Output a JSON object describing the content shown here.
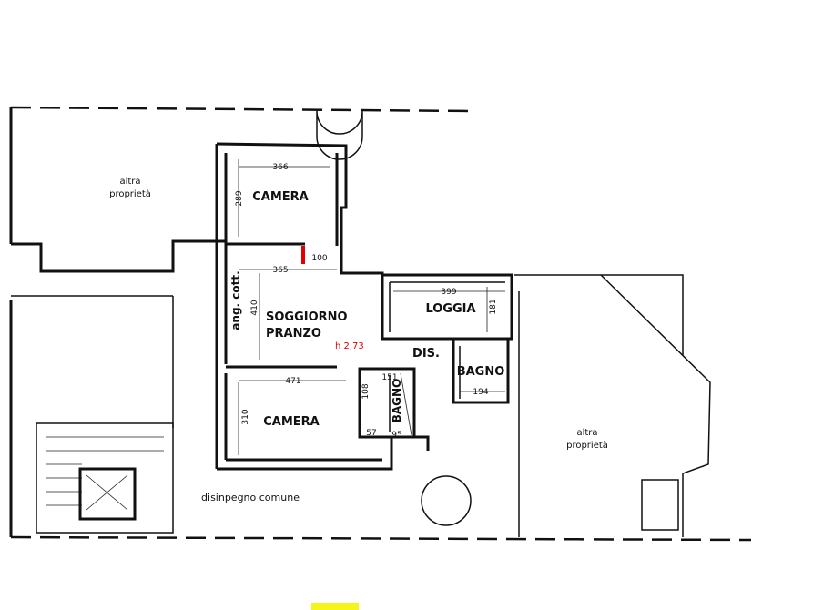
{
  "rooms": {
    "camera_top": {
      "label": "CAMERA",
      "dim_width": "366",
      "dim_height": "289"
    },
    "soggiorno": {
      "label_line1": "SOGGIORNO",
      "label_line2": "PRANZO",
      "dim_width": "365",
      "dim_height": "410",
      "ceiling_height": "h 2,73"
    },
    "angolo_cottura": {
      "label": "ang. cott."
    },
    "loggia": {
      "label": "LOGGIA",
      "dim_width": "399",
      "dim_height": "181"
    },
    "camera_bottom": {
      "label": "CAMERA",
      "dim_width": "471",
      "dim_height": "310"
    },
    "bagno_small": {
      "label": "BAGNO",
      "dim_width": "151",
      "dim_height": "108",
      "dim_a": "57",
      "dim_b": "95"
    },
    "bagno_right": {
      "label": "BAGNO",
      "dim_width": "194"
    },
    "dis": {
      "label": "DIS."
    },
    "door_dim": {
      "value": "100"
    }
  },
  "areas": {
    "altra_top_line1": "altra",
    "altra_top_line2": "proprietà",
    "altra_right_line1": "altra",
    "altra_right_line2": "proprietà",
    "disimpegno_comune": "disinpegno comune"
  },
  "colors": {
    "highlight_red": "#e00000",
    "legend_yellow": "#f5f51a"
  }
}
